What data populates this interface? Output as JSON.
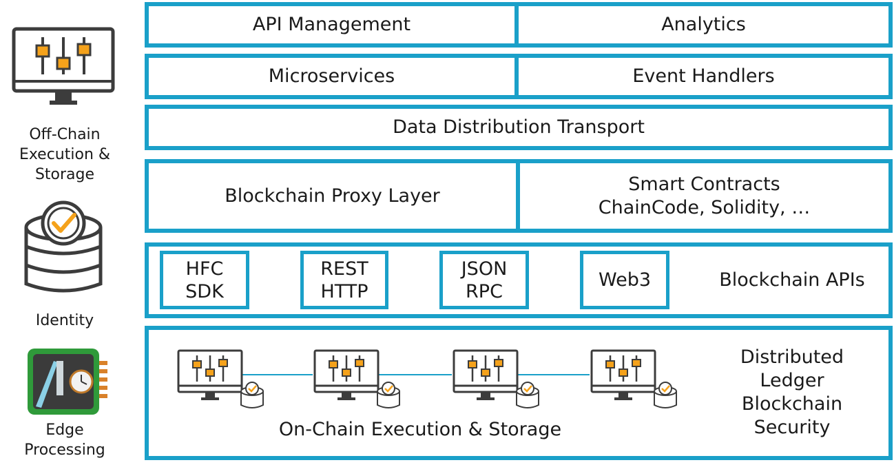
{
  "sidebar": {
    "offchain_label": "Off-Chain\nExecution &\nStorage",
    "identity_label": "Identity",
    "edge_label": "Edge\nProcessing"
  },
  "layers": {
    "api_management": "API Management",
    "analytics": "Analytics",
    "microservices": "Microservices",
    "event_handlers": "Event Handlers",
    "data_distribution": "Data Distribution Transport",
    "proxy_layer": "Blockchain Proxy Layer",
    "smart_contracts_line1": "Smart Contracts",
    "smart_contracts_line2": "ChainCode, Solidity, …"
  },
  "apis": {
    "items": [
      {
        "line1": "HFC",
        "line2": "SDK"
      },
      {
        "line1": "REST",
        "line2": "HTTP"
      },
      {
        "line1": "JSON",
        "line2": "RPC"
      },
      {
        "line1": "Web3",
        "line2": ""
      }
    ],
    "label": "Blockchain APIs"
  },
  "ledger": {
    "on_chain_label": "On-Chain Execution & Storage",
    "right_line1": "Distributed",
    "right_line2": "Ledger",
    "right_line3": "Blockchain",
    "right_line4": "Security"
  },
  "colors": {
    "accent": "#1aa0c9",
    "orange": "#f5a21b",
    "dark": "#3c3c3c",
    "chip_green": "#2f9a3a"
  }
}
